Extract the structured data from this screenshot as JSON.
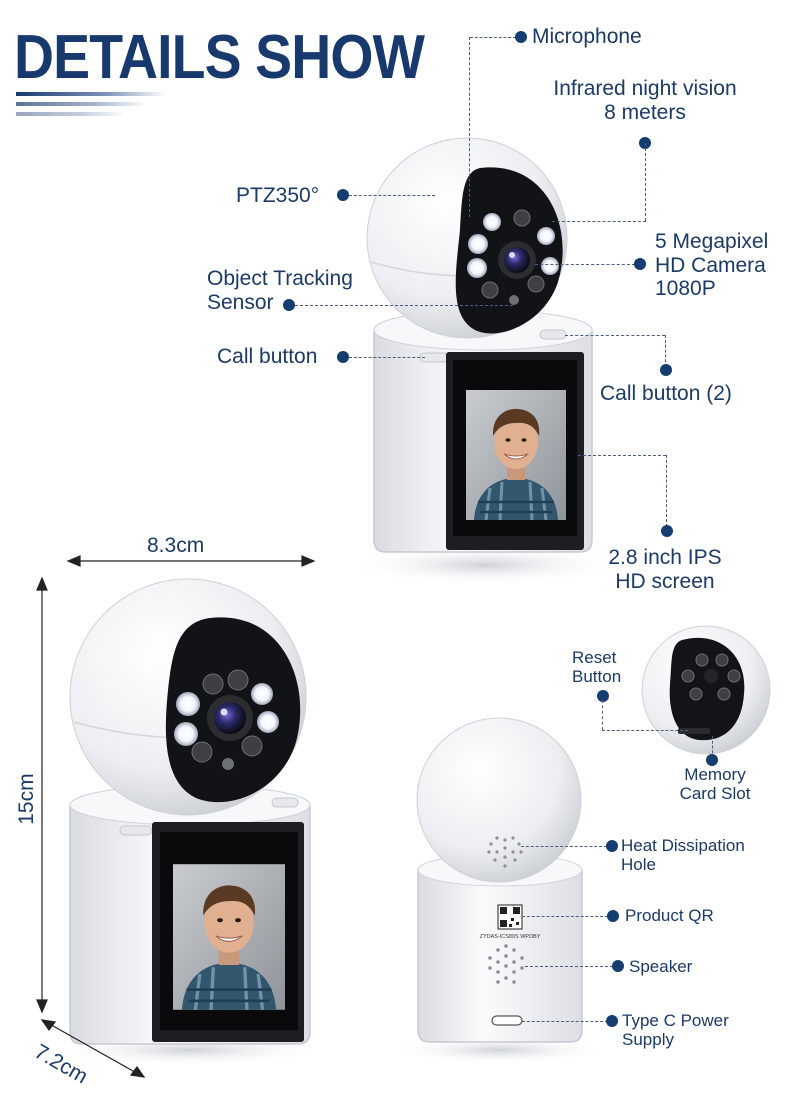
{
  "title": "DETAILS SHOW",
  "colors": {
    "brand_navy": "#17396e",
    "label_text": "#1b3a64",
    "device_white": "#f2f3f5",
    "lens_black": "#121316"
  },
  "callouts": {
    "microphone": "Microphone",
    "infrared": [
      "Infrared night vision",
      "8 meters"
    ],
    "ptz": "PTZ350°",
    "megapixel": [
      "5 Megapixel",
      "HD Camera",
      "1080P"
    ],
    "tracking": [
      "Object Tracking",
      "Sensor"
    ],
    "call_button": "Call button",
    "call_button_2": "Call button (2)",
    "screen": [
      "2.8 inch IPS",
      "HD screen"
    ],
    "reset": [
      "Reset",
      "Button"
    ],
    "memory": [
      "Memory",
      "Card Slot"
    ],
    "heat": [
      "Heat Dissipation",
      "Hole"
    ],
    "qr": "Product QR",
    "speaker": "Speaker",
    "typec": [
      "Type C Power",
      "Supply"
    ]
  },
  "dimensions": {
    "width": "8.3cm",
    "height": "15cm",
    "depth": "7.2cm"
  },
  "qr_caption": "ZYDAS-ICS80S WPDBY",
  "icons": [
    "arrow-icon",
    "callout-dot-icon",
    "qr-code-icon",
    "speaker-grille-icon",
    "usb-c-port-icon"
  ]
}
